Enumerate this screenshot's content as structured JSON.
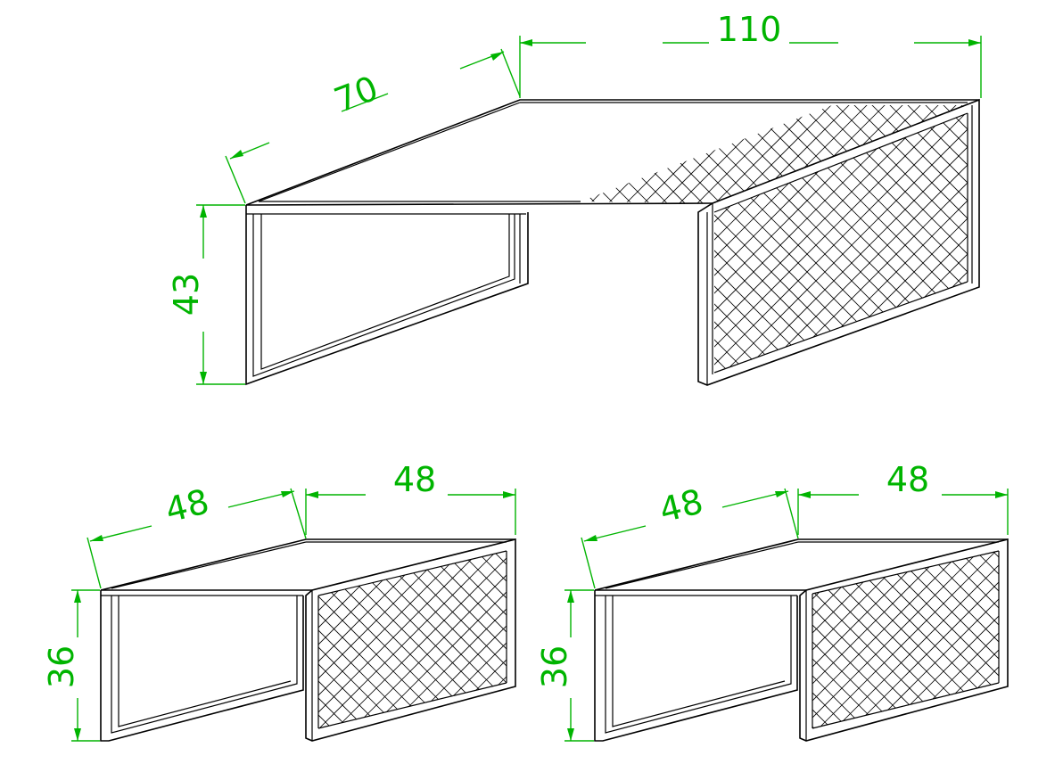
{
  "drawing": {
    "colors": {
      "dimension": "#00b400",
      "outline": "#000000",
      "background": "#ffffff"
    },
    "tables": [
      {
        "id": "large",
        "dimensions": {
          "length": "110",
          "depth": "70",
          "height": "43"
        },
        "mesh_panel": true
      },
      {
        "id": "small-left",
        "dimensions": {
          "length": "48",
          "depth": "48",
          "height": "36"
        },
        "mesh_panel": true
      },
      {
        "id": "small-right",
        "dimensions": {
          "length": "48",
          "depth": "48",
          "height": "36"
        },
        "mesh_panel": true
      }
    ]
  }
}
